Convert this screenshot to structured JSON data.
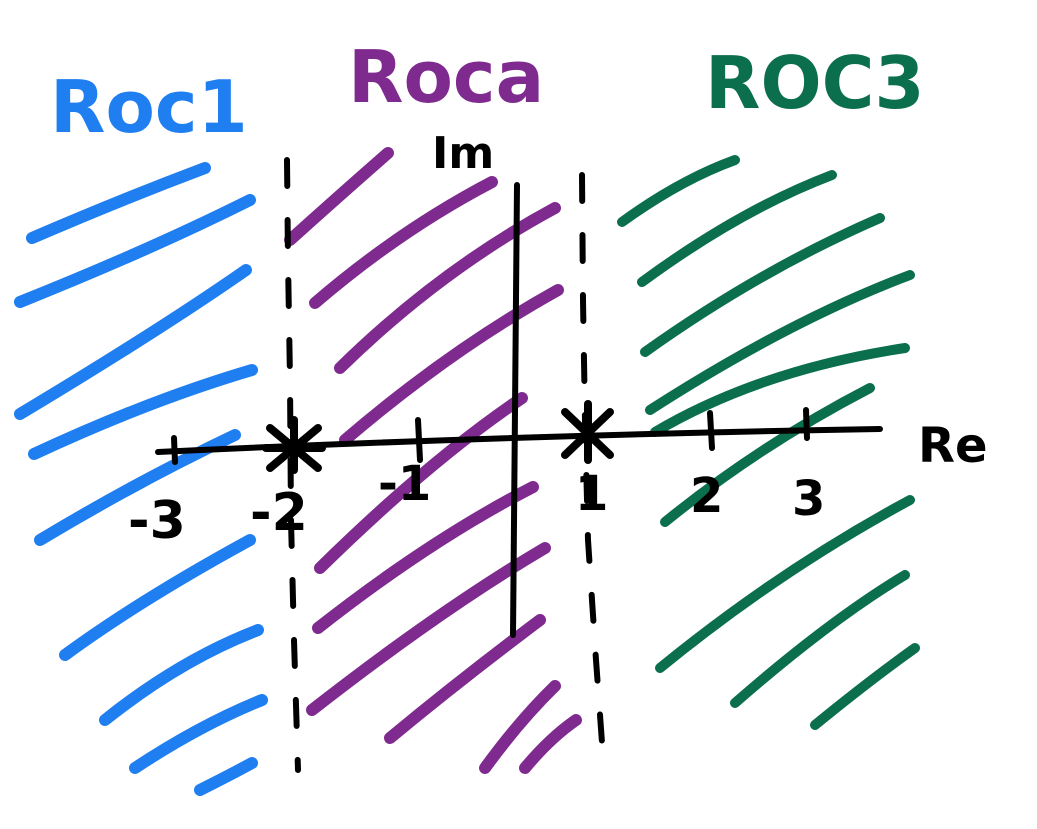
{
  "regions": [
    {
      "id": "roc1",
      "label": "Roc1",
      "color": "#1f7ef0"
    },
    {
      "id": "roc2",
      "label": "Roca",
      "color": "#7e2a8f"
    },
    {
      "id": "roc3",
      "label": "ROC3",
      "color": "#0b6f4e"
    }
  ],
  "axes": {
    "real_label": "Re",
    "imag_label": "Im",
    "ticks": [
      "-3",
      "-2",
      "-1",
      "1",
      "2",
      "3"
    ]
  },
  "poles": [
    {
      "position": "-2",
      "marker": "x"
    },
    {
      "position": "1",
      "marker": "x"
    }
  ],
  "colors": {
    "axis": "#000000",
    "background": "#ffffff"
  }
}
